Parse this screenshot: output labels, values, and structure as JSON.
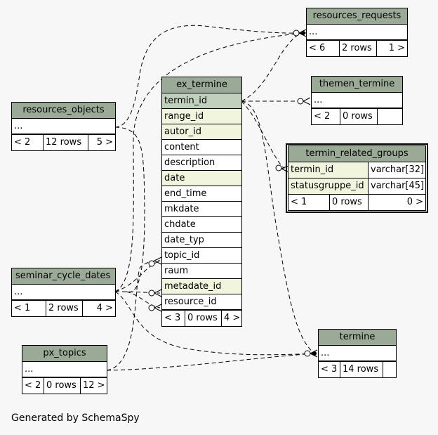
{
  "tables": {
    "resources_requests": {
      "name": "resources_requests",
      "rows": [
        "..."
      ],
      "footer": [
        "< 6",
        "2 rows",
        "1 >"
      ]
    },
    "resources_objects": {
      "name": "resources_objects",
      "rows": [
        "..."
      ],
      "footer": [
        "< 2",
        "12 rows",
        "5 >"
      ]
    },
    "ex_termine": {
      "name": "ex_termine",
      "columns": [
        "termin_id",
        "range_id",
        "autor_id",
        "content",
        "description",
        "date",
        "end_time",
        "mkdate",
        "chdate",
        "date_typ",
        "topic_id",
        "raum",
        "metadate_id",
        "resource_id"
      ],
      "footer": [
        "< 3",
        "0 rows",
        "4 >"
      ]
    },
    "themen_termine": {
      "name": "themen_termine",
      "rows": [
        "..."
      ],
      "footer": [
        "< 2",
        "0 rows",
        ""
      ]
    },
    "termin_related_groups": {
      "name": "termin_related_groups",
      "columns": [
        {
          "name": "termin_id",
          "type": "varchar[32]"
        },
        {
          "name": "statusgruppe_id",
          "type": "varchar[45]"
        }
      ],
      "footer": [
        "< 1",
        "0 rows",
        "0 >"
      ]
    },
    "seminar_cycle_dates": {
      "name": "seminar_cycle_dates",
      "rows": [
        "..."
      ],
      "footer": [
        "< 1",
        "2 rows",
        "4 >"
      ]
    },
    "px_topics": {
      "name": "px_topics",
      "rows": [
        "..."
      ],
      "footer": [
        "< 2",
        "0 rows",
        "12 >"
      ]
    },
    "termine": {
      "name": "termine",
      "rows": [
        "..."
      ],
      "footer": [
        "< 3",
        "14 rows",
        ""
      ]
    }
  },
  "credit": "Generated by SchemaSpy"
}
